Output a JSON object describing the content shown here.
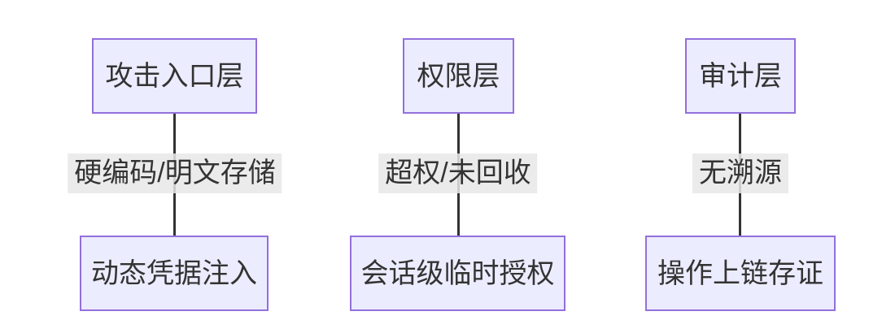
{
  "diagram": {
    "type": "flowchart-vertical",
    "columns": [
      {
        "top_node": "攻击入口层",
        "edge_label": "硬编码/明文存储",
        "bottom_node": "动态凭据注入"
      },
      {
        "top_node": "权限层",
        "edge_label": "超权/未回收",
        "bottom_node": "会话级临时授权"
      },
      {
        "top_node": "审计层",
        "edge_label": "无溯源",
        "bottom_node": "操作上链存证"
      }
    ],
    "colors": {
      "node_fill": "#ECECFF",
      "node_border": "#9370DB",
      "edge_line": "#333333",
      "edge_label_background": "#e8e8e8",
      "text": "#333333",
      "background": "#ffffff"
    }
  }
}
